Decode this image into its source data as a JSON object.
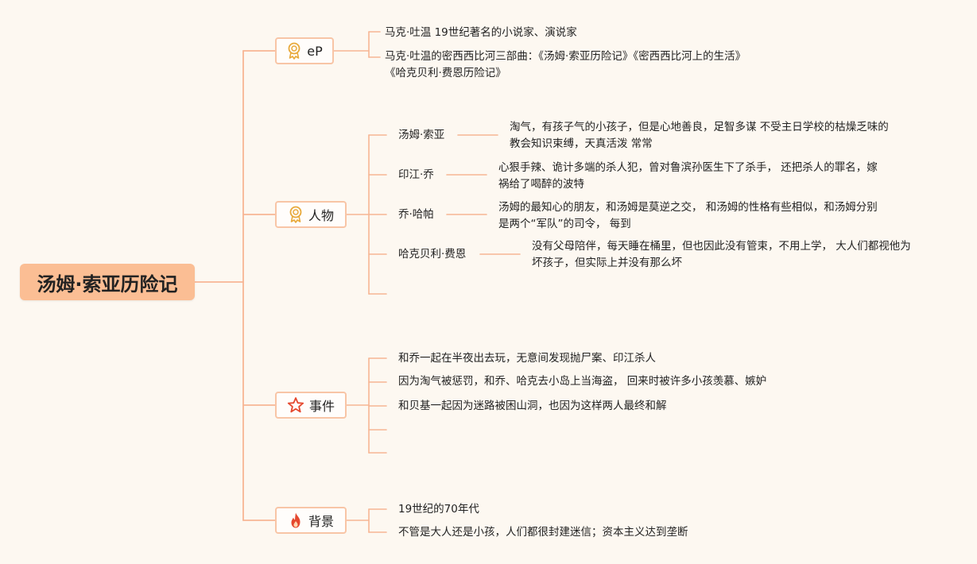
{
  "root": {
    "title": "汤姆·索亚历险记"
  },
  "branches": [
    {
      "label": "eP",
      "icon": "ribbon-icon",
      "items": [
        {
          "lines": [
            "马克·吐温 19世纪著名的小说家、演说家"
          ]
        },
        {
          "lines": [
            "马克·吐温的密西西比河三部曲：《汤姆·索亚历险记》《密西西比河上的生活》",
            "《哈克贝利·费恩历险记》"
          ]
        }
      ]
    },
    {
      "label": "人物",
      "icon": "ribbon-icon",
      "people": [
        {
          "name": "汤姆·索亚",
          "desc": [
            "淘气，有孩子气的小孩子，但是心地善良，足智多谋 不受主日学校的枯燥乏味的",
            "教会知识束缚，天真活泼 常常"
          ]
        },
        {
          "name": "印江·乔",
          "desc": [
            "心狠手辣、诡计多端的杀人犯，曾对鲁滨孙医生下了杀手， 还把杀人的罪名，嫁",
            "祸给了喝醉的波特"
          ]
        },
        {
          "name": "乔·哈帕",
          "desc": [
            "汤姆的最知心的朋友，和汤姆是莫逆之交， 和汤姆的性格有些相似，和汤姆分别",
            "是两个“军队”的司令， 每到"
          ]
        },
        {
          "name": "哈克贝利·费恩",
          "desc": [
            "没有父母陪伴，每天睡在桶里，但也因此没有管束，不用上学， 大人们都视他为",
            "坏孩子，但实际上并没有那么坏"
          ]
        }
      ]
    },
    {
      "label": "事件",
      "icon": "star-icon",
      "items": [
        {
          "lines": [
            "和乔一起在半夜出去玩，无意间发现抛尸案、印江杀人"
          ]
        },
        {
          "lines": [
            "因为淘气被惩罚，和乔、哈克去小岛上当海盗， 回来时被许多小孩羡慕、嫉妒"
          ]
        },
        {
          "lines": [
            "和贝基一起因为迷路被困山洞，也因为这样两人最终和解"
          ]
        }
      ]
    },
    {
      "label": "背景",
      "icon": "flame-icon",
      "items": [
        {
          "lines": [
            "19世纪的70年代"
          ]
        },
        {
          "lines": [
            "不管是大人还是小孩，人们都很封建迷信；资本主义达到垄断"
          ]
        }
      ]
    }
  ],
  "colors": {
    "root_fill": "#fbbe94",
    "connector": "#f7b694",
    "branch_border": "#f8c5a6",
    "ribbon_icon": "#e8a93a",
    "star_icon": "#e5482e",
    "flame_icon": "#e5482e"
  }
}
